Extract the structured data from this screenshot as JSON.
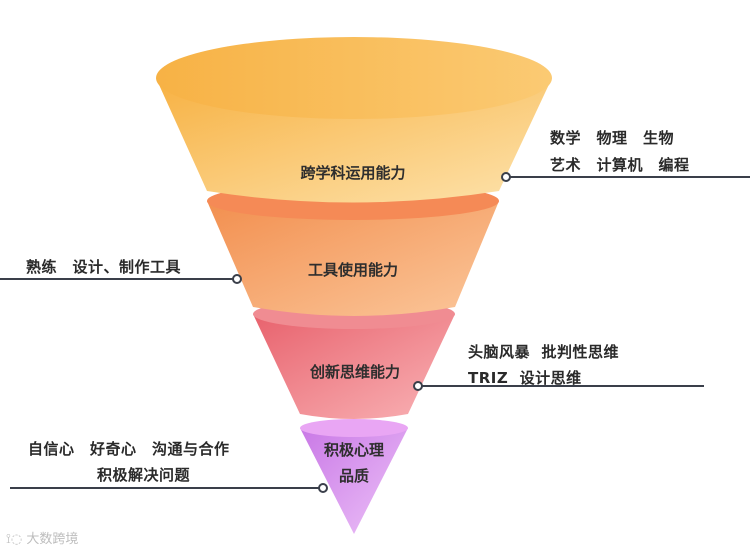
{
  "funnel": {
    "levels": [
      {
        "title": "跨学科运用能力",
        "notes": [
          "数学　物理　生物",
          "艺术　计算机　编程"
        ],
        "color_top": "#f9b84b",
        "color_bottom": "#fde0a6"
      },
      {
        "title": "工具使用能力",
        "notes": [
          "熟练　设计、制作工具"
        ],
        "color_top": "#f4985a",
        "color_bottom": "#fac193"
      },
      {
        "title": "创新思维能力",
        "notes": [
          "头脑风暴  批判性思维",
          "TRIZ  设计思维"
        ],
        "color_top": "#ec6f78",
        "color_bottom": "#f7a9ad"
      },
      {
        "title_lines": [
          "积极心理",
          "品质"
        ],
        "notes": [
          "自信心　好奇心　沟通与合作",
          "积极解决问题"
        ],
        "color_top": "#cf85ea",
        "color_bottom": "#e9baf7"
      }
    ]
  },
  "watermark": "大数跨境"
}
